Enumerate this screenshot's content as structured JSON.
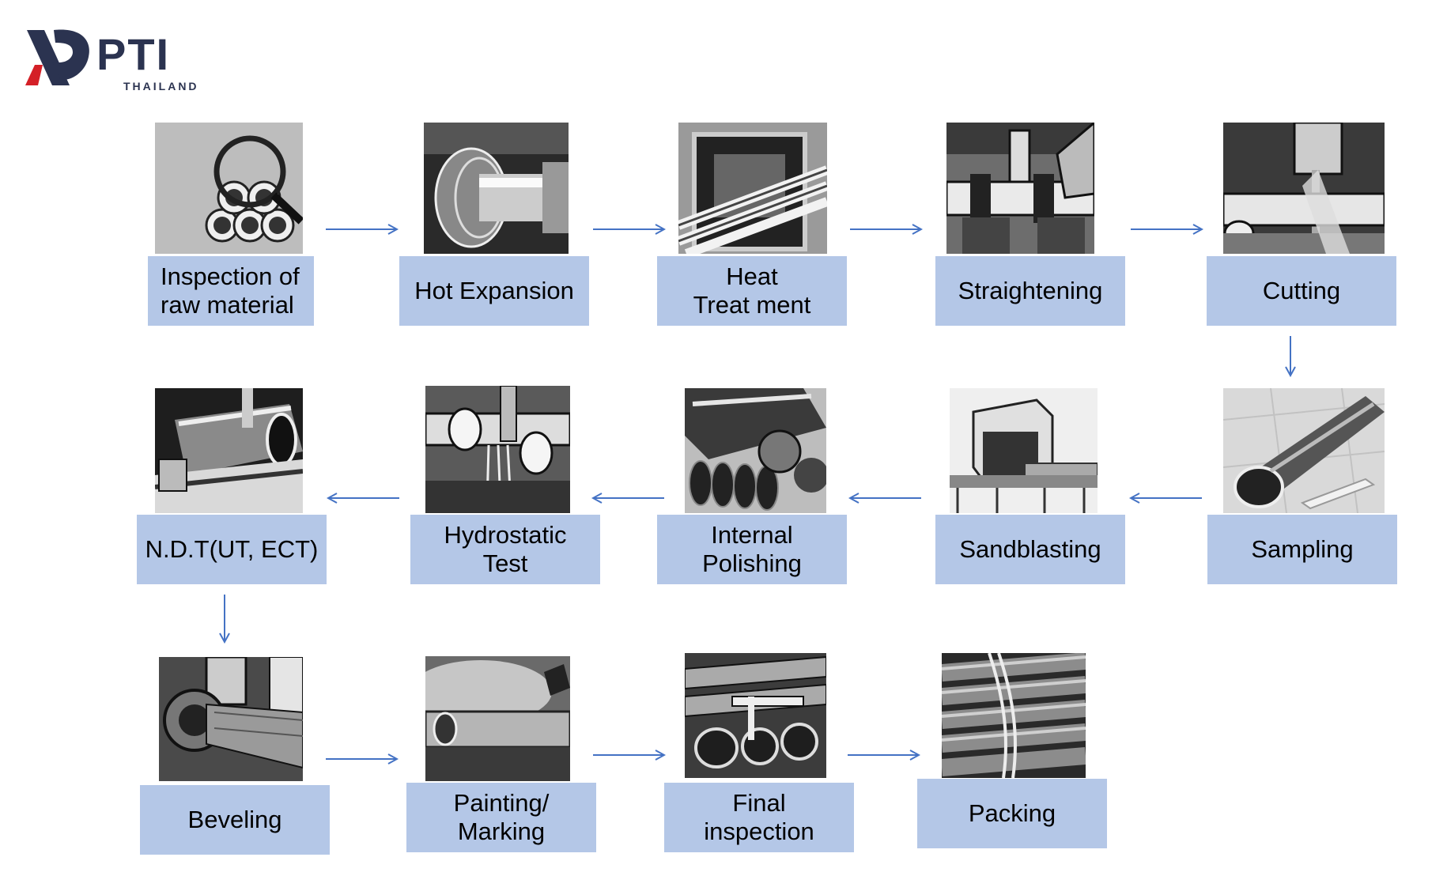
{
  "logo": {
    "name": "PTI",
    "sub": "THAILAND",
    "colors": {
      "dark": "#2b3350",
      "red": "#d42027"
    }
  },
  "steps": [
    {
      "id": "inspection",
      "label": "Inspection of\nraw material",
      "icon": "pipe-bundle-magnifier-photo"
    },
    {
      "id": "hot-expansion",
      "label": "Hot Expansion",
      "icon": "pipe-expansion-photo"
    },
    {
      "id": "heat-treatment",
      "label": "Heat\nTreat ment",
      "icon": "furnace-pipes-photo"
    },
    {
      "id": "straightening",
      "label": "Straightening",
      "icon": "straightening-machine-photo"
    },
    {
      "id": "cutting",
      "label": "Cutting",
      "icon": "bandsaw-cutting-photo"
    },
    {
      "id": "sampling",
      "label": "Sampling",
      "icon": "pipe-sample-photo"
    },
    {
      "id": "sandblasting",
      "label": "Sandblasting",
      "icon": "sandblasting-machine-photo"
    },
    {
      "id": "internal-polishing",
      "label": "Internal\nPolishing",
      "icon": "polishing-machine-photo"
    },
    {
      "id": "hydrostatic-test",
      "label": "Hydrostatic\nTest",
      "icon": "hydrostatic-test-photo"
    },
    {
      "id": "ndt",
      "label": "N.D.T(UT, ECT)",
      "icon": "ndt-testing-photo"
    },
    {
      "id": "beveling",
      "label": "Beveling",
      "icon": "beveling-machine-photo"
    },
    {
      "id": "painting-marking",
      "label": "Painting/\nMarking",
      "icon": "painting-spray-photo"
    },
    {
      "id": "final-inspection",
      "label": "Final\ninspection",
      "icon": "caliper-inspection-photo"
    },
    {
      "id": "packing",
      "label": "Packing",
      "icon": "strapped-pipes-photo"
    }
  ],
  "arrow_color": "#4472c4",
  "label_color": "#b4c7e7"
}
